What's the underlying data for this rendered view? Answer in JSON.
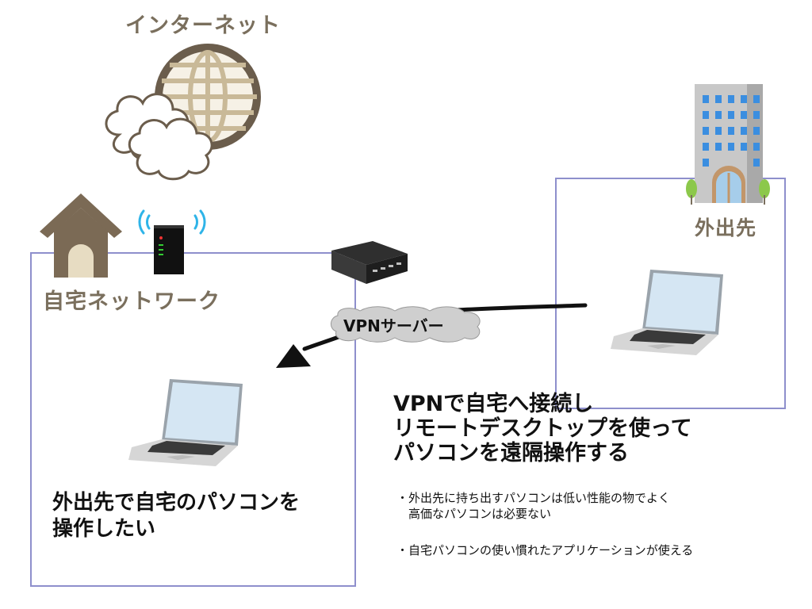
{
  "internet": {
    "label": "インターネット"
  },
  "home": {
    "label": "自宅ネットワーク",
    "caption": "外出先で自宅のパソコンを\n操作したい"
  },
  "away": {
    "label": "外出先"
  },
  "vpn": {
    "label": "VPNサーバー"
  },
  "main": {
    "text": "VPNで自宅へ接続し\nリモートデスクトップを使って\nパソコンを遠隔操作する"
  },
  "bullets": [
    "・外出先に持ち出すパソコンは低い性能の物でよく\n　高価なパソコンは必要ない",
    "・自宅パソコンの使い慣れたアプリケーションが使える"
  ],
  "colors": {
    "frame": "#8e8fcc",
    "label_brown": "#7a6f5d",
    "wifi": "#2fb4e8"
  }
}
